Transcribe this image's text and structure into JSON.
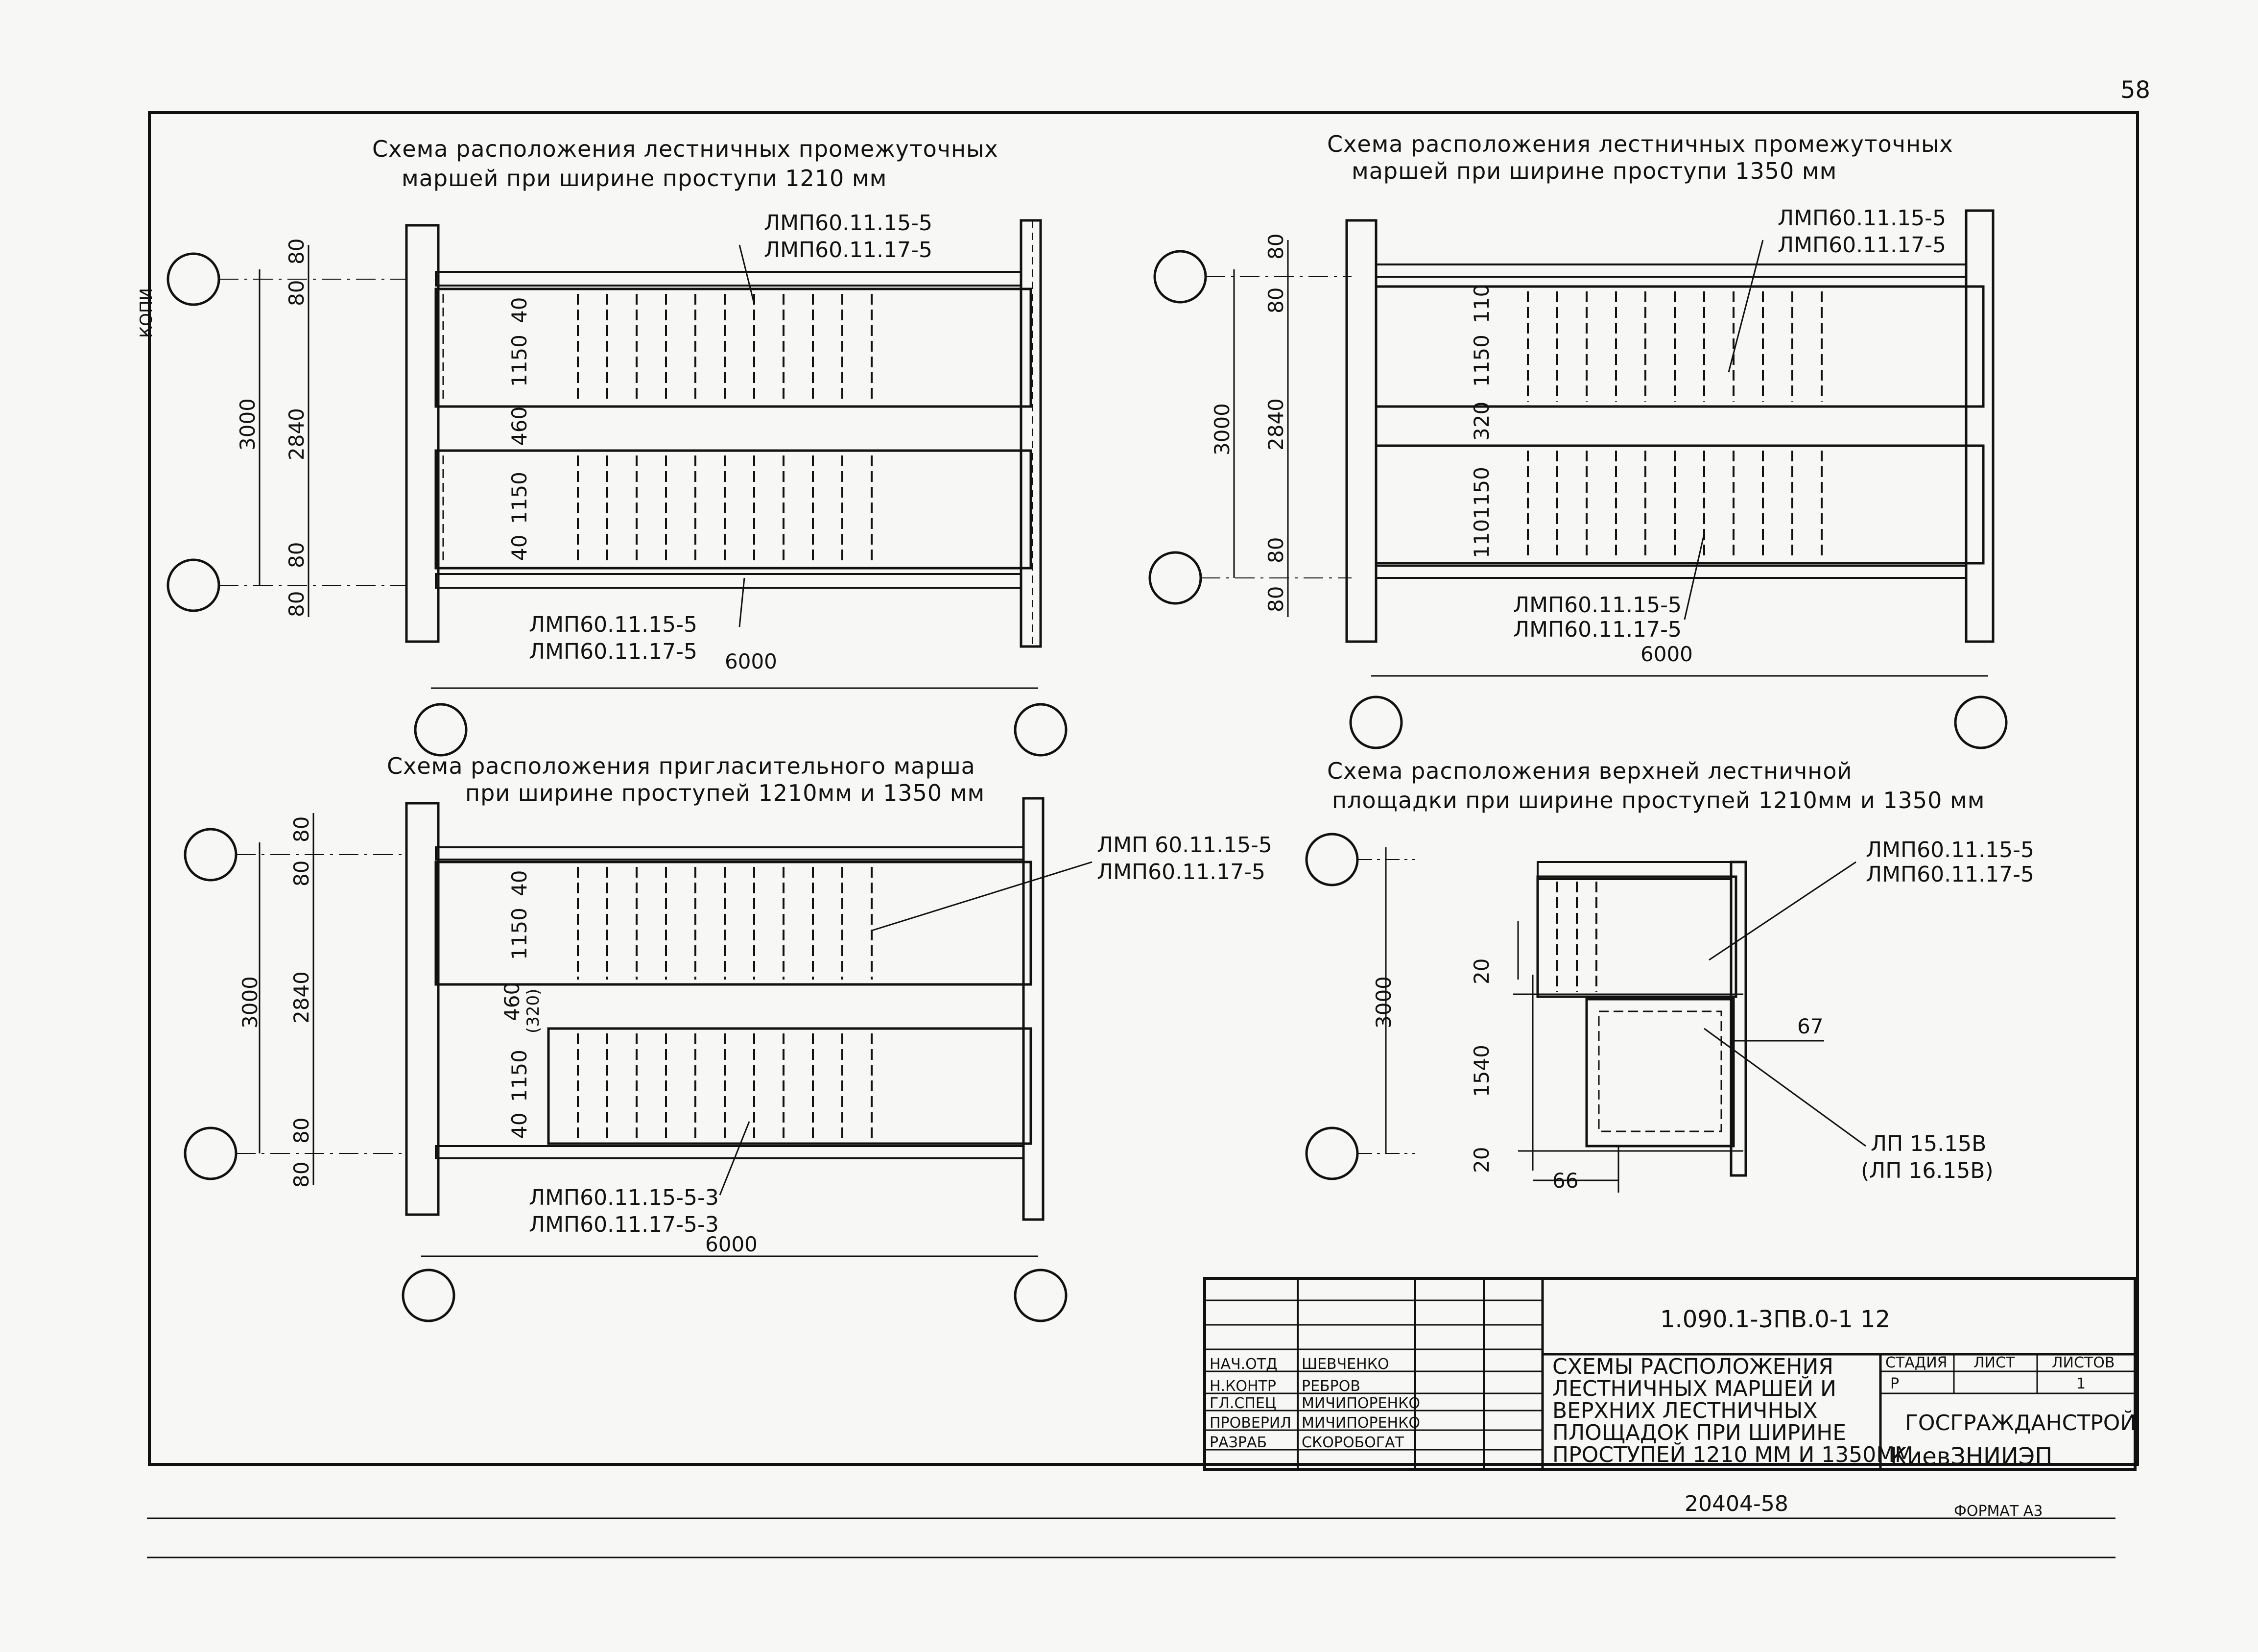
{
  "sheet": {
    "page_number": "58",
    "format": "ФОРМАТ А3",
    "footer_number": "20404-58",
    "margin_text": "КОПИ"
  },
  "diagrams": {
    "tl": {
      "title1": "Схема расположения лестничных промежуточных",
      "title2": "маршей при ширине проступи 1210 мм",
      "label_top_1": "ЛМП60.11.15-5",
      "label_top_2": "ЛМП60.11.17-5",
      "label_bot_1": "ЛМП60.11.15-5",
      "label_bot_2": "ЛМП60.11.17-5",
      "dims": {
        "d3000": "3000",
        "d2840": "2840",
        "d80a": "80",
        "d80b": "80",
        "d80c": "80",
        "d80d": "80",
        "d1150a": "1150",
        "d40a": "40",
        "d460": "460",
        "d1150b": "1150",
        "d40b": "40",
        "d6000": "6000"
      }
    },
    "tr": {
      "title1": "Схема расположения лестничных промежуточных",
      "title2": "маршей при ширине проступи 1350 мм",
      "label_top_1": "ЛМП60.11.15-5",
      "label_top_2": "ЛМП60.11.17-5",
      "label_bot_1": "ЛМП60.11.15-5",
      "label_bot_2": "ЛМП60.11.17-5",
      "dims": {
        "d3000": "3000",
        "d2840": "2840",
        "d80a": "80",
        "d80b": "80",
        "d80c": "80",
        "d80d": "80",
        "d1150a": "1150",
        "d110a": "110",
        "d320": "320",
        "d1150b": "1150",
        "d110b": "110",
        "d6000": "6000"
      }
    },
    "bl": {
      "title1": "Схема расположения пригласительного марша",
      "title2": "при ширине проступей 1210мм и 1350 мм",
      "label_top_1": "ЛМП 60.11.15-5",
      "label_top_2": "ЛМП60.11.17-5",
      "label_bot_1": "ЛМП60.11.15-5-3",
      "label_bot_2": "ЛМП60.11.17-5-3",
      "dims": {
        "d3000": "3000",
        "d2840": "2840",
        "d80a": "80",
        "d80b": "80",
        "d80c": "80",
        "d80d": "80",
        "d1150a": "1150",
        "d40a": "40",
        "d460": "460",
        "d320": "(320)",
        "d1150b": "1150",
        "d40b": "40",
        "d6000": "6000"
      }
    },
    "br": {
      "title1": "Схема расположения верхней лестничной",
      "title2": "площадки при ширине проступей 1210мм и 1350 мм",
      "label_1": "ЛМП60.11.15-5",
      "label_2": "ЛМП60.11.17-5",
      "label_3": "ЛП 15.15В",
      "label_4": "(ЛП 16.15В)",
      "dims": {
        "d3000": "3000",
        "d1540": "1540",
        "d20a": "20",
        "d20b": "20",
        "d67": "67",
        "d66": "66"
      }
    }
  },
  "title_block": {
    "code": "1.090.1-3ПВ.0-1 12",
    "roles": [
      "НАЧ.ОТД",
      "Н.КОНТР",
      "ГЛ.СПЕЦ",
      "ПРОВЕРИЛ",
      "РАЗРАБ"
    ],
    "names": [
      "ШЕВЧЕНКО",
      "РЕБРОВ",
      "МИЧИПОРЕНКО",
      "МИЧИПОРЕНКО",
      "СКОРОБОГАТ"
    ],
    "description": [
      "СХЕМЫ РАСПОЛОЖЕНИЯ",
      "ЛЕСТНИЧНЫХ МАРШЕЙ И",
      "ВЕРХНИХ ЛЕСТНИЧНЫХ",
      "ПЛОЩАДОК ПРИ ШИРИНЕ",
      "ПРОСТУПЕЙ 1210 ММ И 1350ММ"
    ],
    "stage_header": "СТАДИЯ",
    "sheet_header": "ЛИСТ",
    "sheets_header": "ЛИСТОВ",
    "stage_value": "Р",
    "sheet_value": "",
    "sheets_value": "1",
    "org1": "ГОСГРАЖДАНСТРОЙ",
    "org2": "КиевЗНИИЭП"
  }
}
